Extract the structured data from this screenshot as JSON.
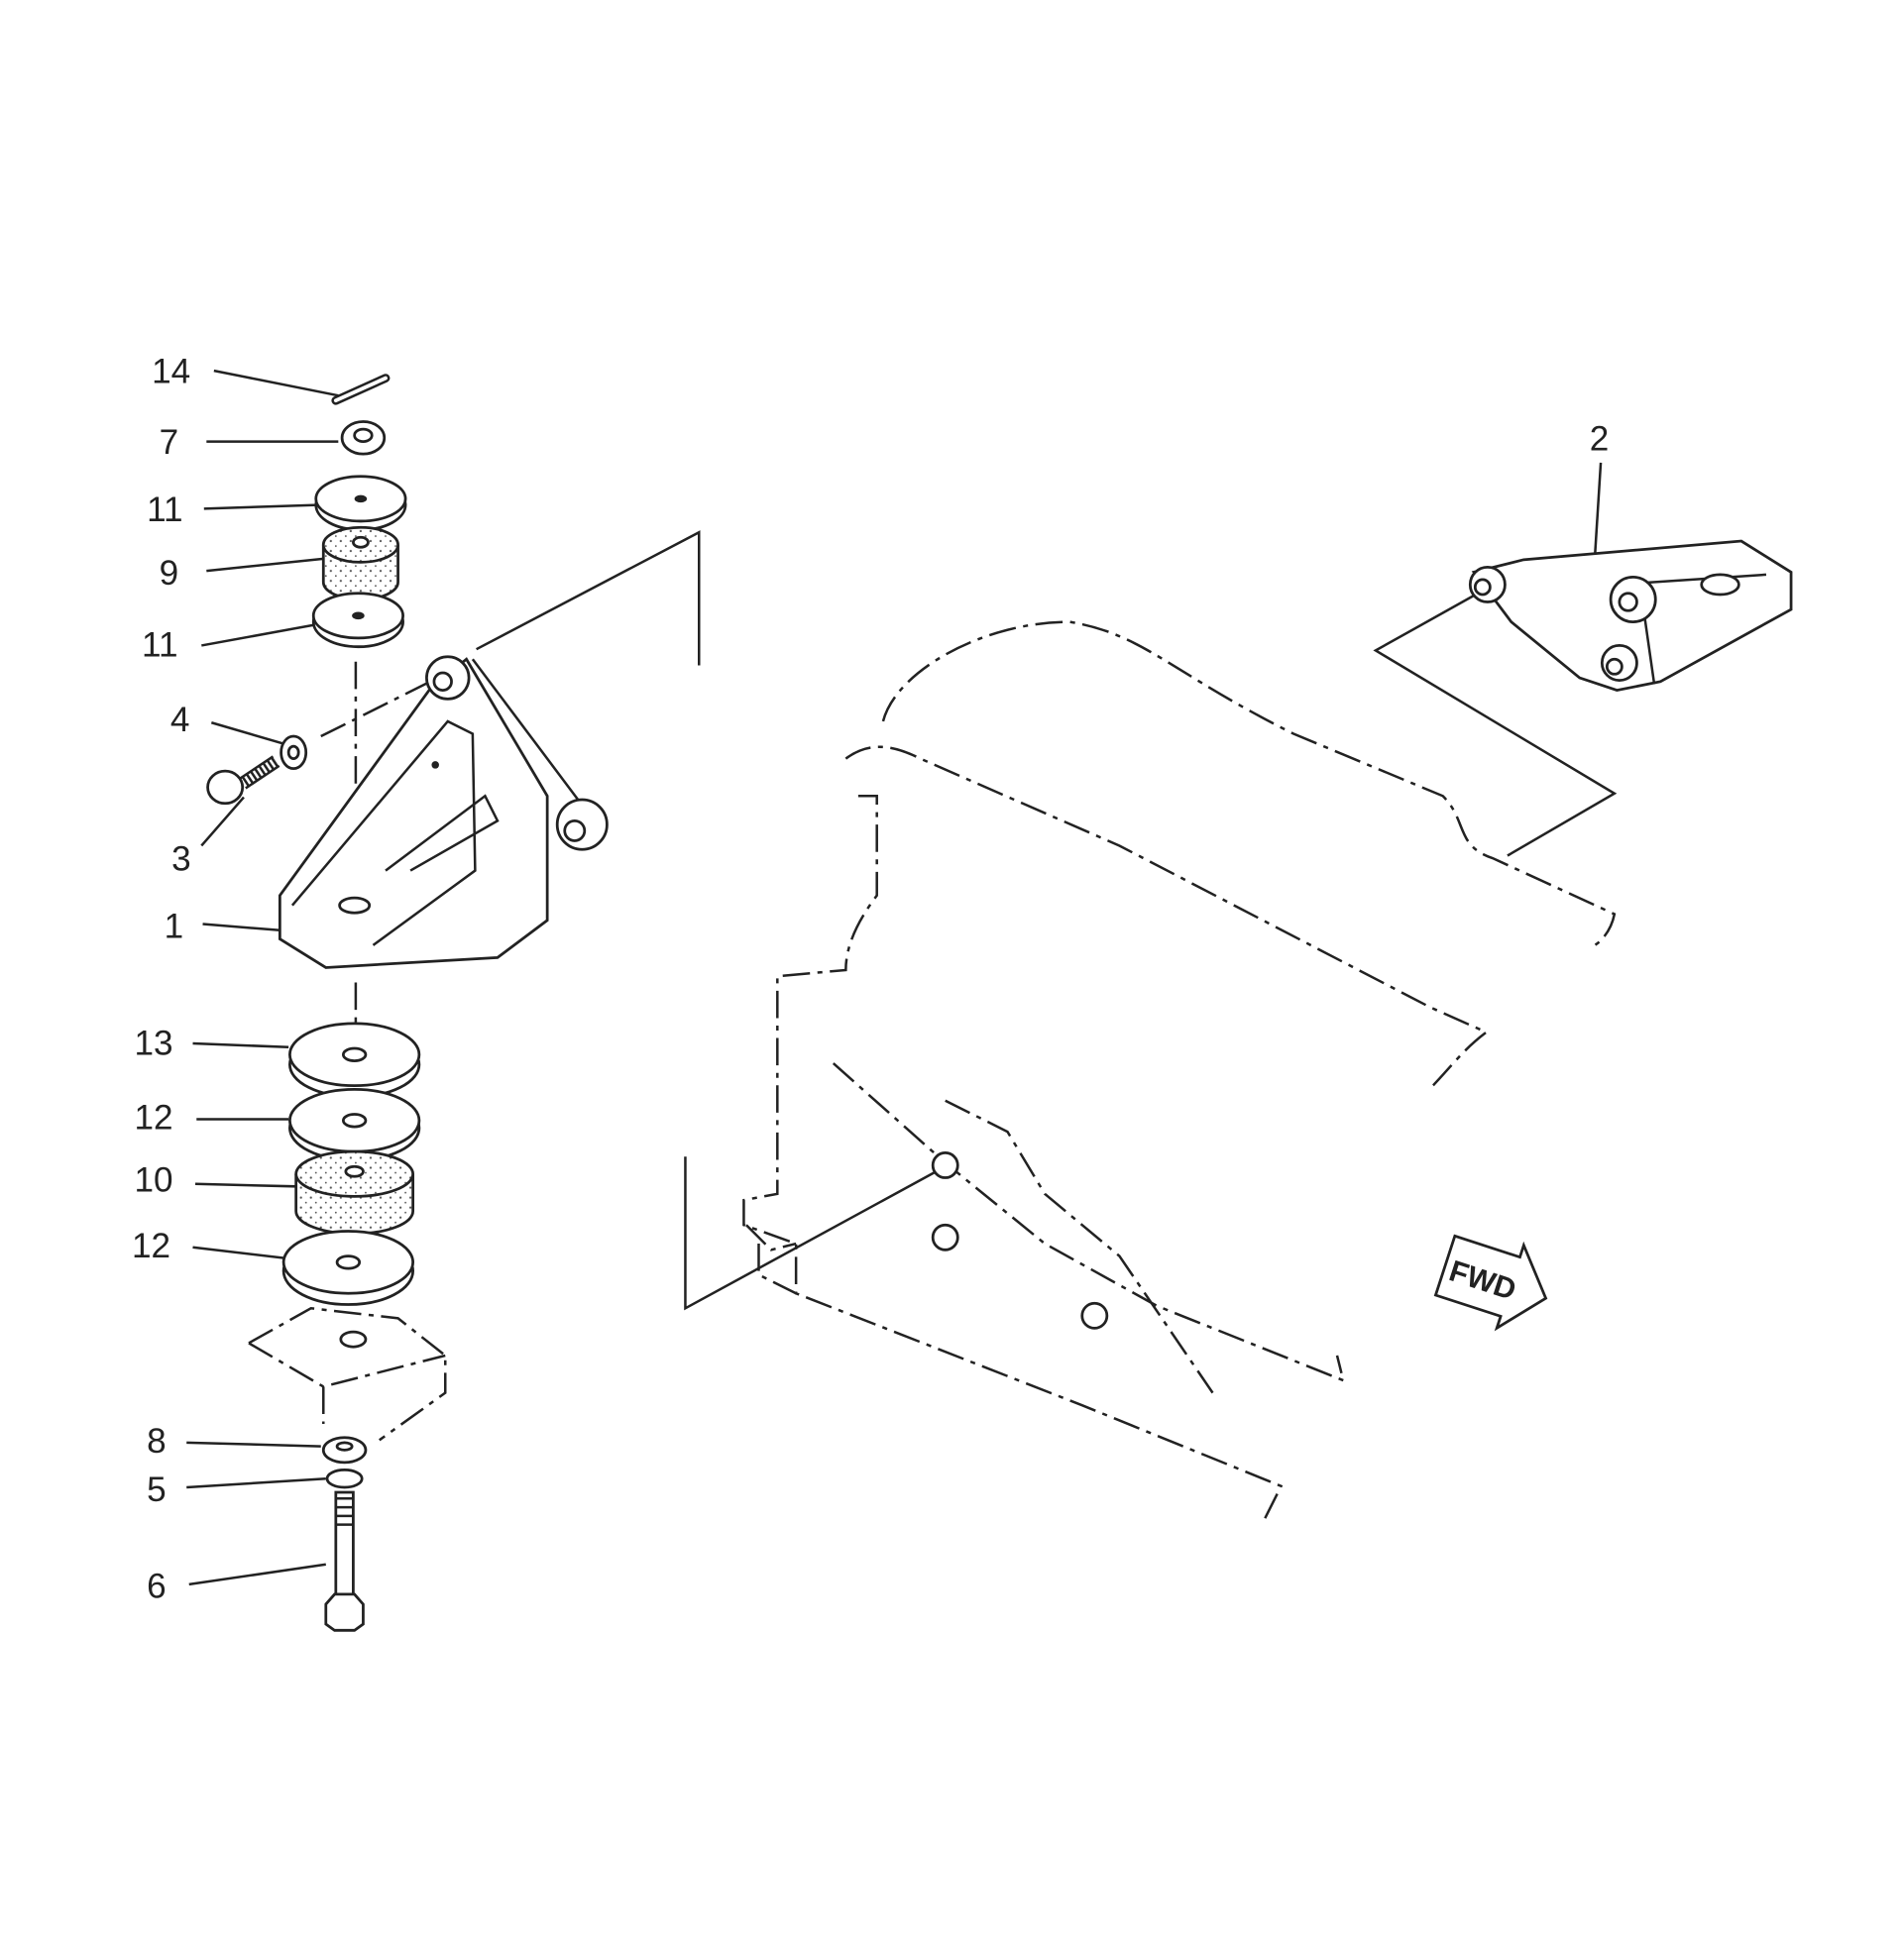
{
  "diagram": {
    "type": "exploded-parts-diagram",
    "callouts": [
      "14",
      "7",
      "11",
      "9",
      "11",
      "4",
      "3",
      "1",
      "13",
      "12",
      "10",
      "12",
      "8",
      "5",
      "6",
      "2"
    ],
    "direction_marker": "FWD"
  }
}
